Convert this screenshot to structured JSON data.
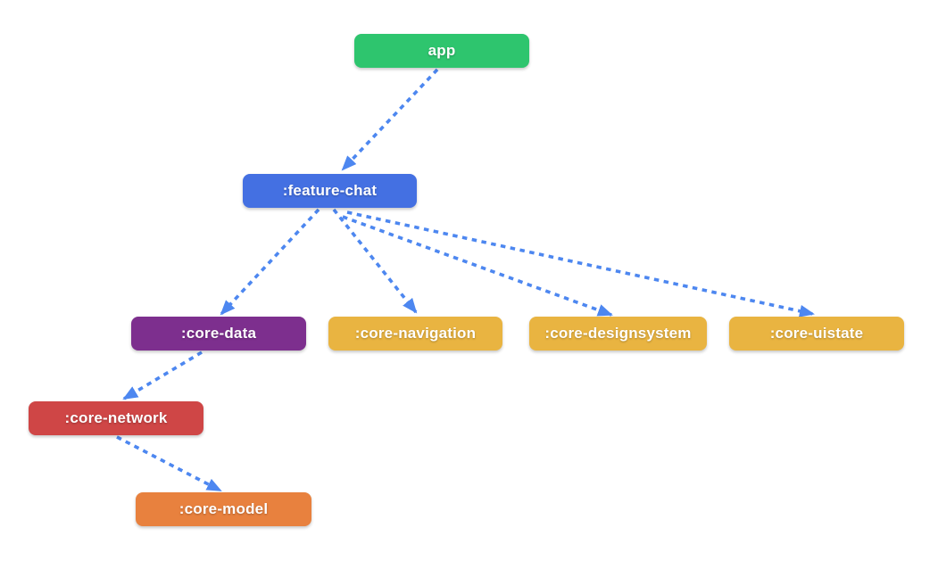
{
  "colors": {
    "background": "#FFFFFF",
    "edge": "#4D87F0"
  },
  "nodes": [
    {
      "id": "app",
      "label": "app",
      "color": "#2EC56E"
    },
    {
      "id": "feature-chat",
      "label": ":feature-chat",
      "color": "#4470E2"
    },
    {
      "id": "core-data",
      "label": ":core-data",
      "color": "#7D2F8E"
    },
    {
      "id": "core-navigation",
      "label": ":core-navigation",
      "color": "#E9B441"
    },
    {
      "id": "core-designsystem",
      "label": ":core-designsystem",
      "color": "#E9B441"
    },
    {
      "id": "core-uistate",
      "label": ":core-uistate",
      "color": "#E9B441"
    },
    {
      "id": "core-network",
      "label": ":core-network",
      "color": "#CF4646"
    },
    {
      "id": "core-model",
      "label": ":core-model",
      "color": "#E8813E"
    }
  ],
  "edges": [
    {
      "from": "app",
      "to": ":feature-chat",
      "style": "dashed",
      "arrow": true
    },
    {
      "from": ":feature-chat",
      "to": ":core-data",
      "style": "dashed",
      "arrow": true
    },
    {
      "from": ":feature-chat",
      "to": ":core-navigation",
      "style": "dashed",
      "arrow": true
    },
    {
      "from": ":feature-chat",
      "to": ":core-designsystem",
      "style": "dashed",
      "arrow": true
    },
    {
      "from": ":feature-chat",
      "to": ":core-uistate",
      "style": "dashed",
      "arrow": true
    },
    {
      "from": ":core-data",
      "to": ":core-network",
      "style": "dashed",
      "arrow": true
    },
    {
      "from": ":core-network",
      "to": ":core-model",
      "style": "dashed",
      "arrow": true
    }
  ]
}
